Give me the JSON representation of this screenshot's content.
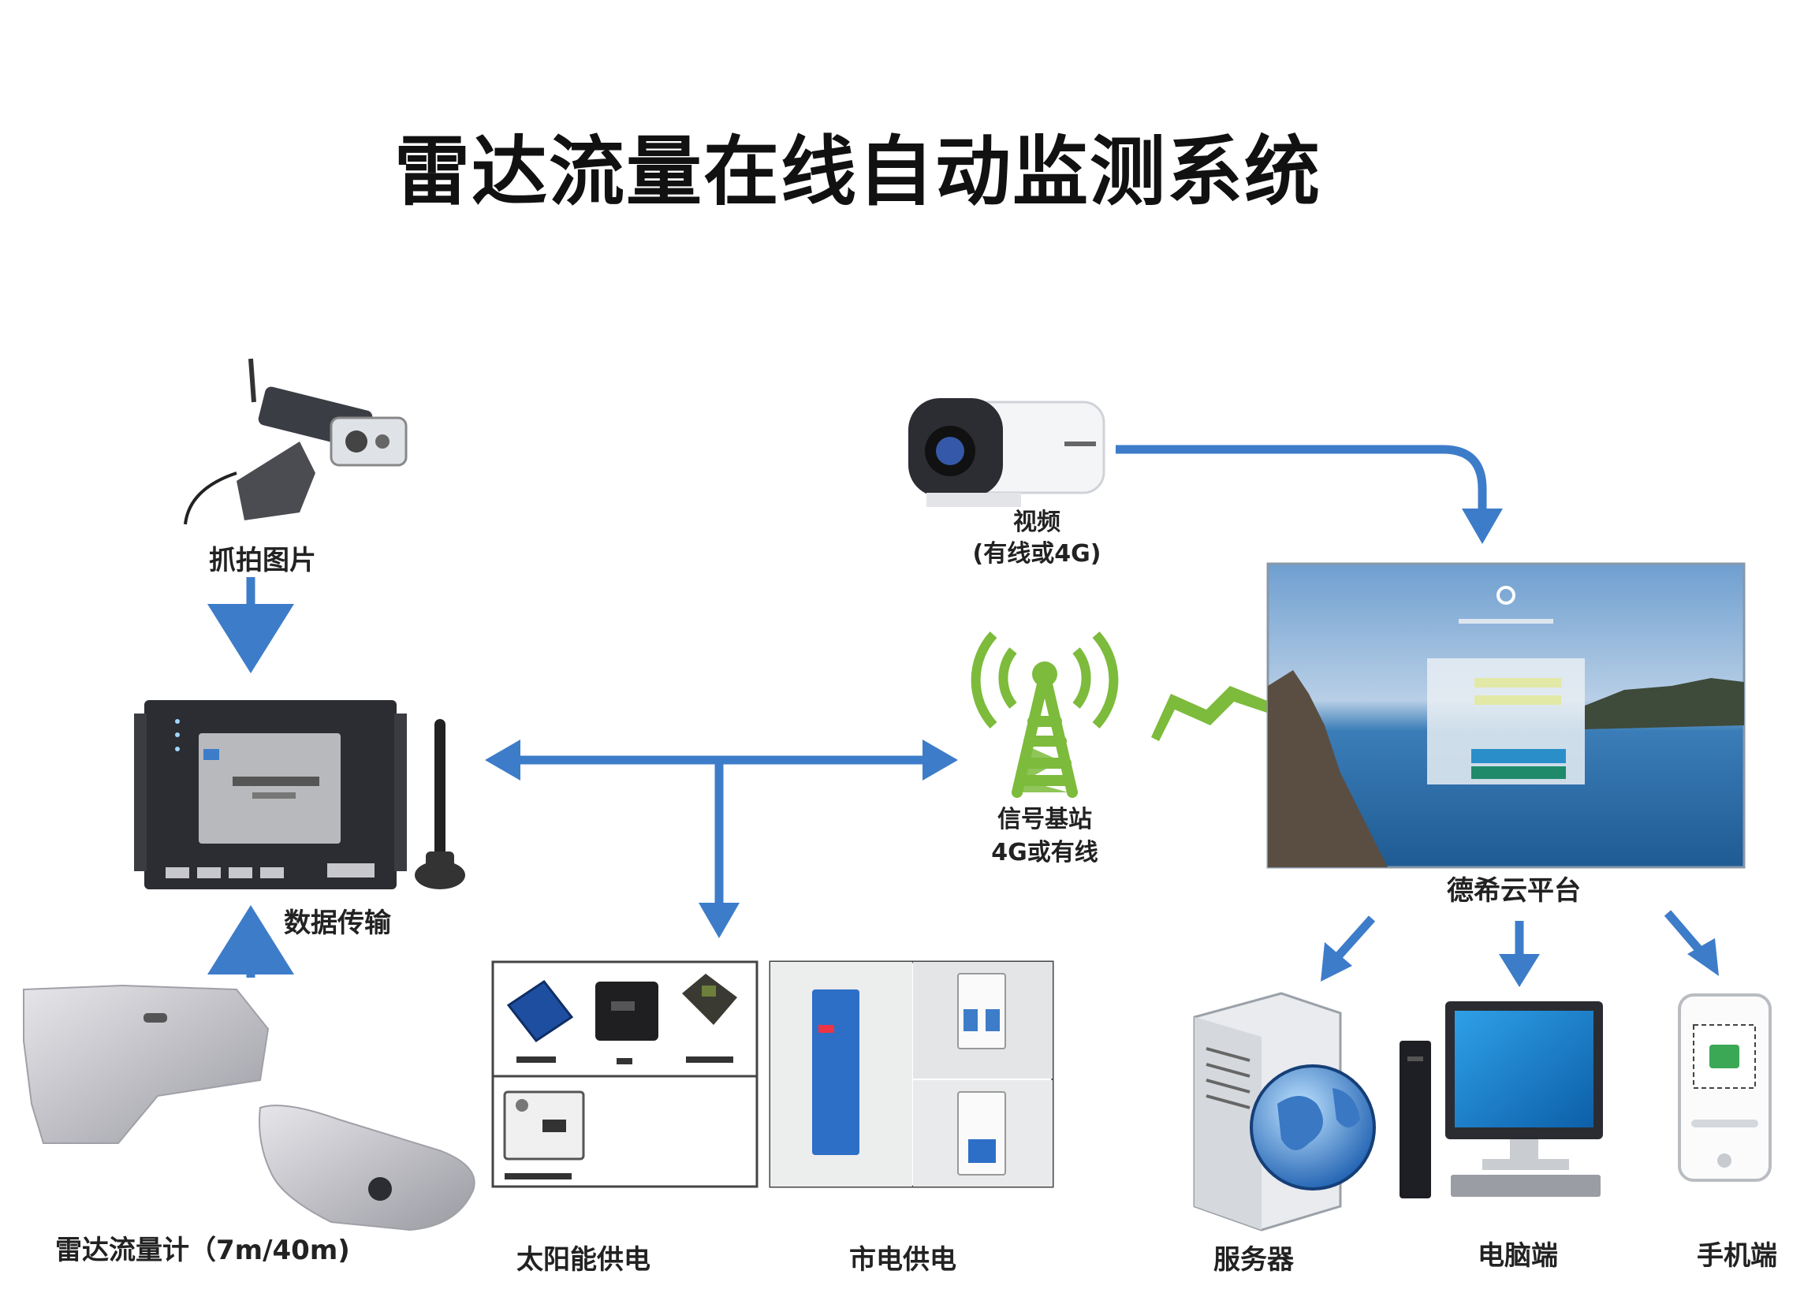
{
  "title": "雷达流量在线自动监测系统",
  "nodes": {
    "capture": "抓拍图片",
    "video_line1": "视频",
    "video_line2": "(有线或4G)",
    "data_transmission": "数据传输",
    "base_station_line1": "信号基站",
    "base_station_line2": "4G或有线",
    "cloud_platform": "德希云平台",
    "radar_meter": "雷达流量计（7m/40m)",
    "solar_power": "太阳能供电",
    "mains_power": "市电供电",
    "server": "服务器",
    "pc": "电脑端",
    "mobile": "手机端"
  },
  "colors": {
    "arrow": "#3d7cc9",
    "signal": "#7dbb3c",
    "device_dark": "#2b2d33",
    "sky": "#8fb7dd",
    "sea": "#2f6fa8"
  },
  "icons": [
    "radar-camera-icon",
    "bullet-camera-icon",
    "rtu-device-icon",
    "antenna-icon",
    "signal-tower-icon",
    "cloud-screen-icon",
    "radar-sensor-icon",
    "solar-panel-icon",
    "battery-icon",
    "controller-icon",
    "power-supply-icon",
    "breaker-icon",
    "server-icon",
    "globe-icon",
    "desktop-pc-icon",
    "phone-icon"
  ]
}
